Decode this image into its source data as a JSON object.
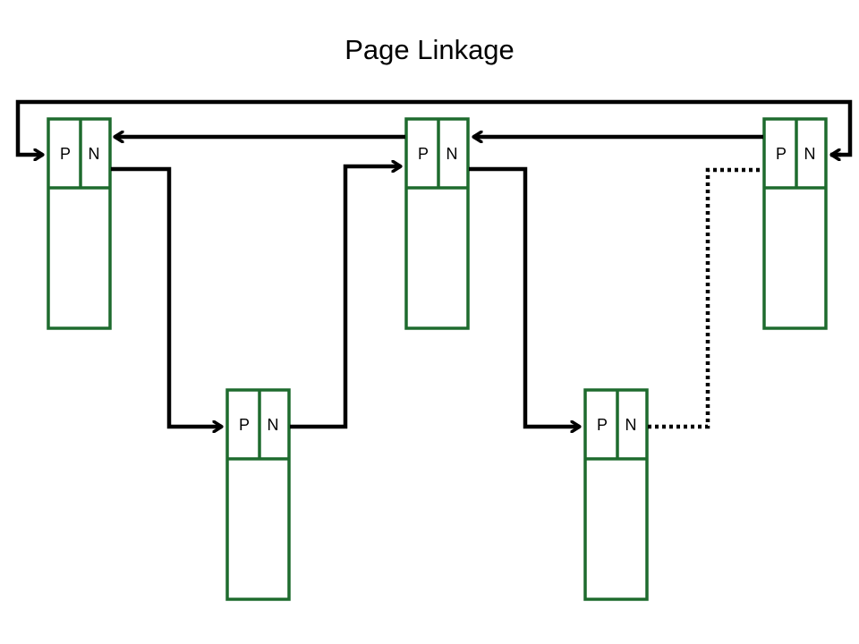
{
  "title": "Page Linkage",
  "colors": {
    "page_border": "#1e6b2e",
    "arrow": "#000000",
    "background": "#ffffff"
  },
  "pages": [
    {
      "id": "page-1",
      "prev_label": "P",
      "next_label": "N"
    },
    {
      "id": "page-2",
      "prev_label": "P",
      "next_label": "N"
    },
    {
      "id": "page-3",
      "prev_label": "P",
      "next_label": "N"
    },
    {
      "id": "page-4",
      "prev_label": "P",
      "next_label": "N"
    },
    {
      "id": "page-5",
      "prev_label": "P",
      "next_label": "N"
    }
  ]
}
